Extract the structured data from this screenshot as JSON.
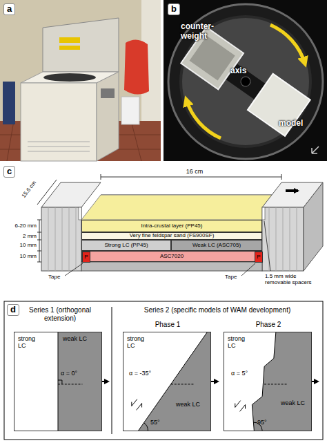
{
  "diagram": {
    "nodes": [
      {
        "text": [
          "Intra-crustal layer (PP45)"
        ]
      },
      {
        "text": [
          "Very fine feldspar sand (FS900SF)"
        ]
      },
      {
        "text": [
          "Strong LC (PP45)"
        ]
      },
      {
        "text": [
          "Weak LC (ASC705)"
        ]
      },
      {
        "text": [
          "ASC7020"
        ]
      },
      {
        "text": [
          "P"
        ],
        "in": 4
      },
      {
        "text": [
          "P"
        ],
        "in": 4
      },
      {
        "text": [
          "strong LC",
          "weak LC"
        ]
      },
      {
        "text": [
          "strong LC",
          "weak LC"
        ]
      },
      {
        "text": [
          "strong LC",
          "weak LC"
        ]
      }
    ],
    "labels": [
      "a",
      "b",
      "counter-weight",
      "axis",
      "model",
      "c",
      "16 cm",
      "15.6 cm",
      "6-20 mm",
      "2 mm",
      "10 mm",
      "10 mm",
      "Tape",
      "Tape",
      "1.5 mm wide removable spacers",
      "d",
      "Series 1 (orthogonal extension)",
      "Series 2 (specific models of WAM development)",
      "Phase 1",
      "Phase 2",
      "α = 0°",
      "α = -35°",
      "55°",
      "α = 5°",
      "95°"
    ]
  }
}
